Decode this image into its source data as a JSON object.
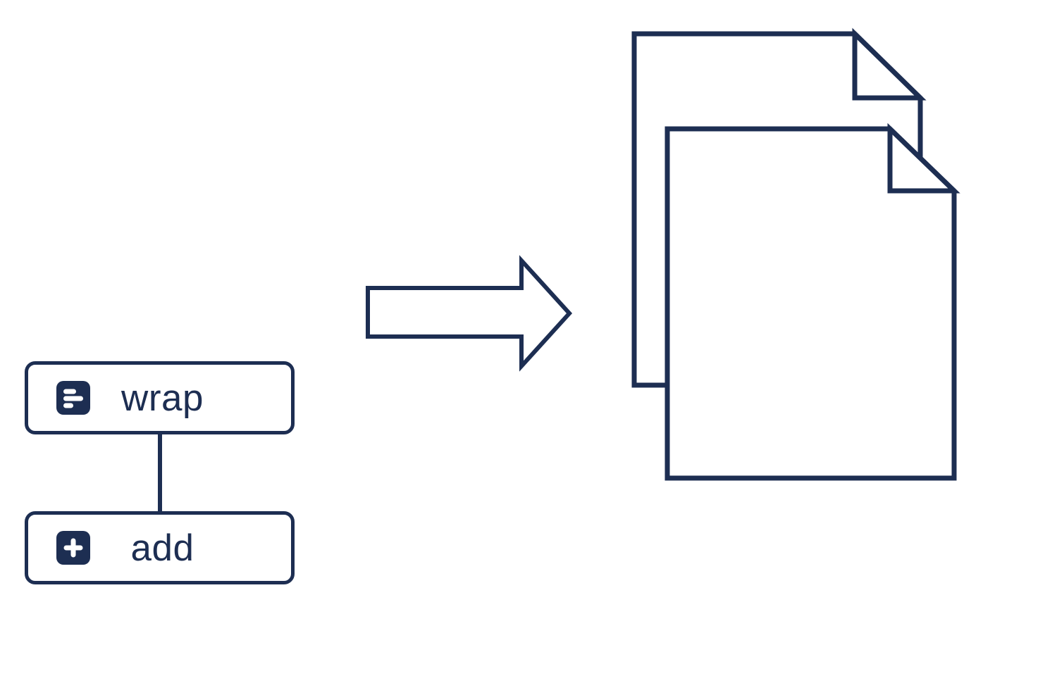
{
  "diagram": {
    "nodes": [
      {
        "label": "wrap",
        "icon": "stream-lines-icon"
      },
      {
        "label": "add",
        "icon": "plus-icon"
      }
    ],
    "connector": {
      "from": "wrap",
      "to": "add"
    },
    "arrow": {
      "direction": "right"
    },
    "result": {
      "shape": "document-stack",
      "page_count": 2
    }
  },
  "colors": {
    "ink": "#1d2e52",
    "background": "#ffffff",
    "icon_glyph": "#ffffff"
  }
}
